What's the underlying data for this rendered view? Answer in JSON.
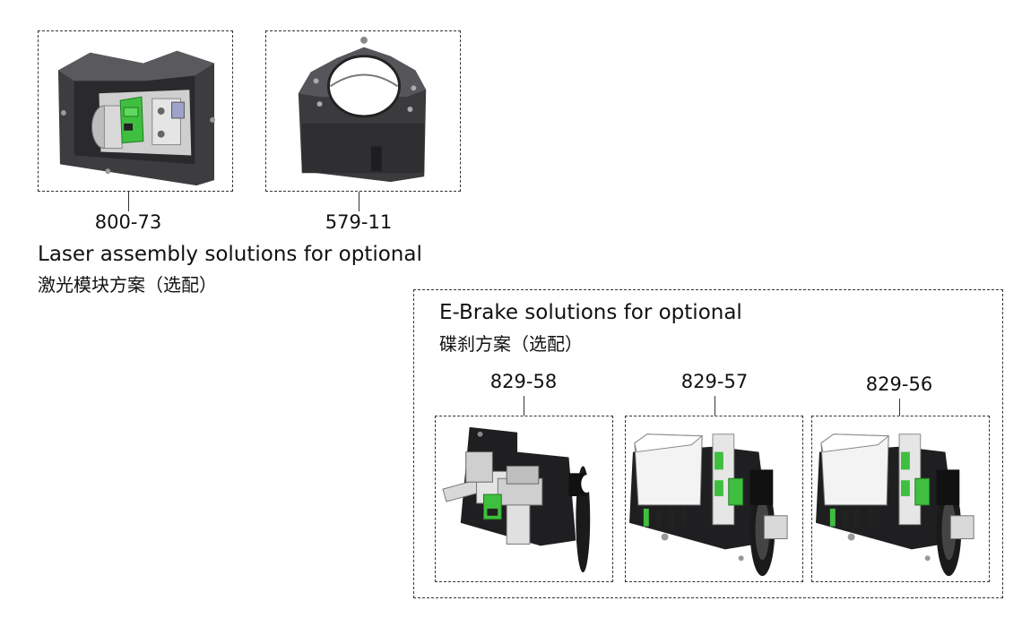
{
  "laser": {
    "title_en": "Laser assembly solutions for optional",
    "title_zh": "激光模块方案（选配）",
    "items": [
      {
        "code": "800-73",
        "icon": "laser-module-housing-icon"
      },
      {
        "code": "579-11",
        "icon": "laser-module-cover-icon"
      }
    ]
  },
  "brake": {
    "title_en": "E-Brake solutions for optional",
    "title_zh": "碟刹方案（选配）",
    "items": [
      {
        "code": "829-58",
        "icon": "e-brake-assembly-icon"
      },
      {
        "code": "829-57",
        "icon": "e-brake-assembly-icon"
      },
      {
        "code": "829-56",
        "icon": "e-brake-assembly-icon"
      }
    ]
  },
  "colors": {
    "pcb_green": "#3fbf3f",
    "housing_dark": "#3a3a3d",
    "dashed_border": "#333333"
  }
}
